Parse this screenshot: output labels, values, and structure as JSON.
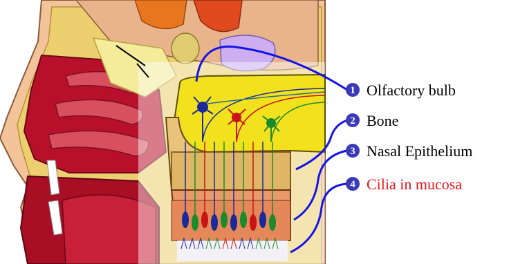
{
  "labels": [
    {
      "number": "1",
      "text": "Olfactory bulb",
      "color": "#000000"
    },
    {
      "number": "2",
      "text": "Bone",
      "color": "#000000"
    },
    {
      "number": "3",
      "text": "Nasal Epithelium",
      "color": "#000000"
    },
    {
      "number": "4",
      "text": "Cilia in mucosa",
      "color": "#e8141e"
    }
  ],
  "colors": {
    "callout_line": "#1414e6",
    "marker": "#3a3ab8",
    "bulb": "#f2e21e",
    "bone": "#e8c47a",
    "epithelium": "#e89a6a",
    "tissue_red": "#b8102a",
    "skin": "#f3c39a"
  }
}
